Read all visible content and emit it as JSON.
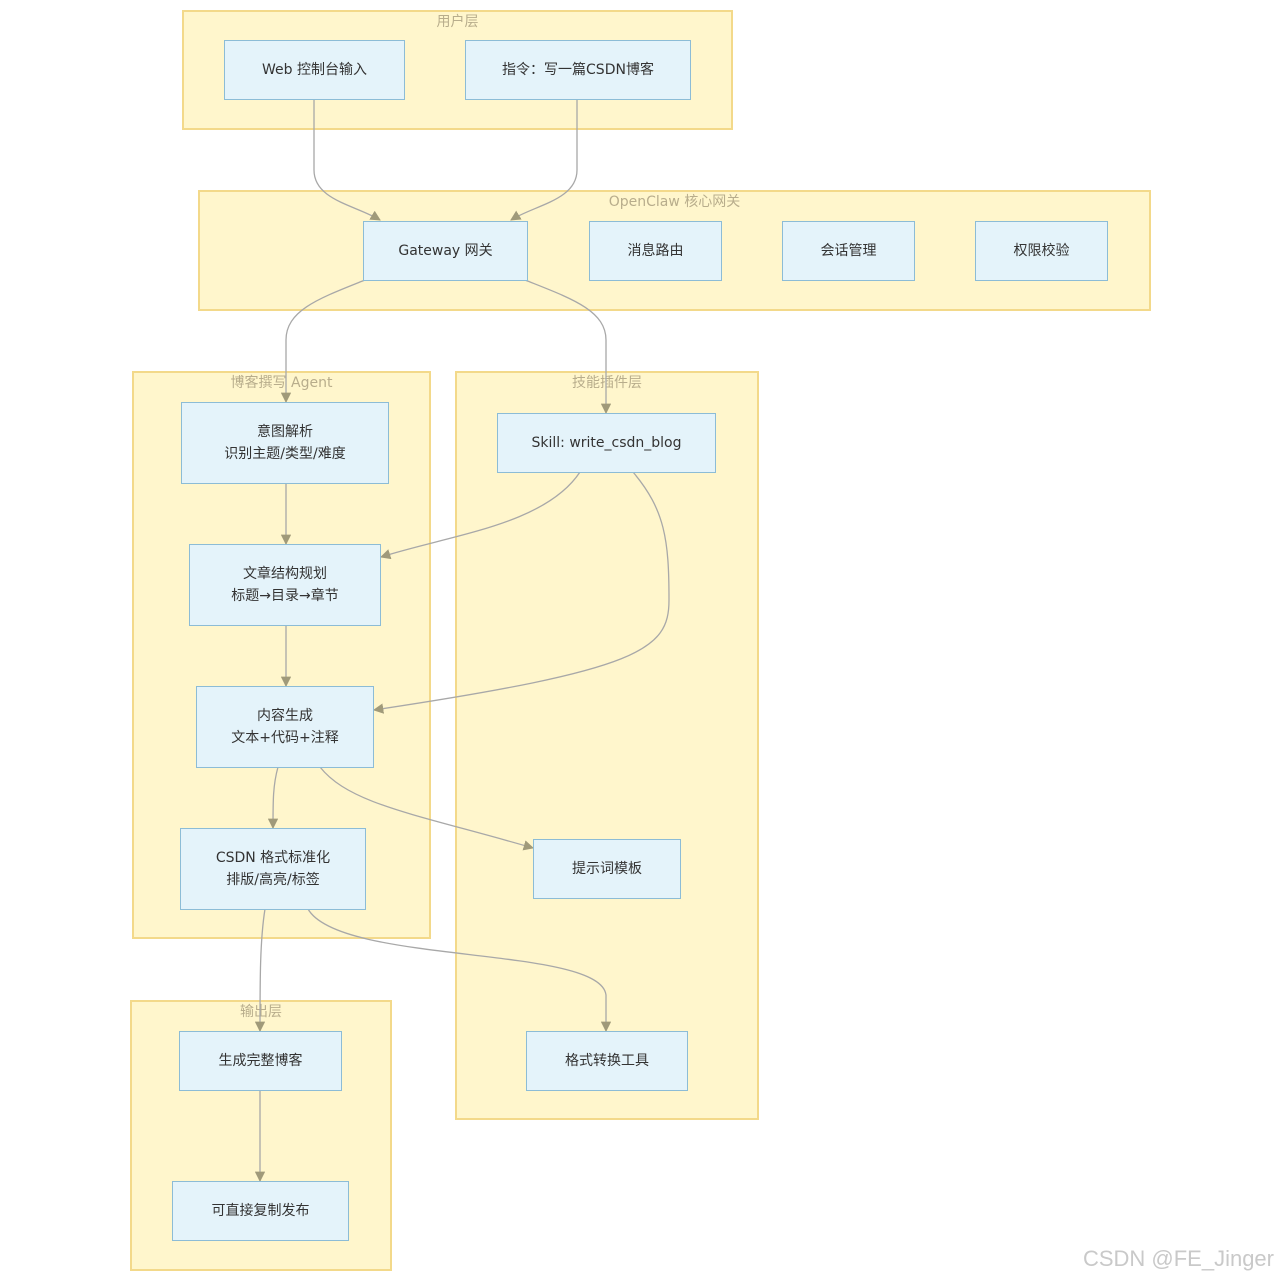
{
  "clusters": {
    "user": "用户层",
    "gateway": "OpenClaw 核心网关",
    "agent": "博客撰写 Agent",
    "skills": "技能插件层",
    "output": "输出层"
  },
  "nodes": {
    "web_input": [
      "Web 控制台输入"
    ],
    "instruction": [
      "指令：写一篇CSDN博客"
    ],
    "gateway": [
      "Gateway 网关"
    ],
    "msg_route": [
      "消息路由"
    ],
    "session_mgmt": [
      "会话管理"
    ],
    "perm_check": [
      "权限校验"
    ],
    "intent": [
      "意图解析",
      "识别主题/类型/难度"
    ],
    "structure": [
      "文章结构规划",
      "标题→目录→章节"
    ],
    "content": [
      "内容生成",
      "文本+代码+注释"
    ],
    "format": [
      "CSDN 格式标准化",
      "排版/高亮/标签"
    ],
    "skill": [
      "Skill: write_csdn_blog"
    ],
    "prompt_tpl": [
      "提示词模板"
    ],
    "converter": [
      "格式转换工具"
    ],
    "gen_blog": [
      "生成完整博客"
    ],
    "publish": [
      "可直接复制发布"
    ]
  },
  "colors": {
    "cluster_fill": "#fff6cc",
    "cluster_border": "#f3d98a",
    "node_fill": "#e4f3fa",
    "node_border": "#8cbcd6",
    "edge": "#a8a8a8"
  },
  "watermark": "CSDN @FE_Jinger"
}
